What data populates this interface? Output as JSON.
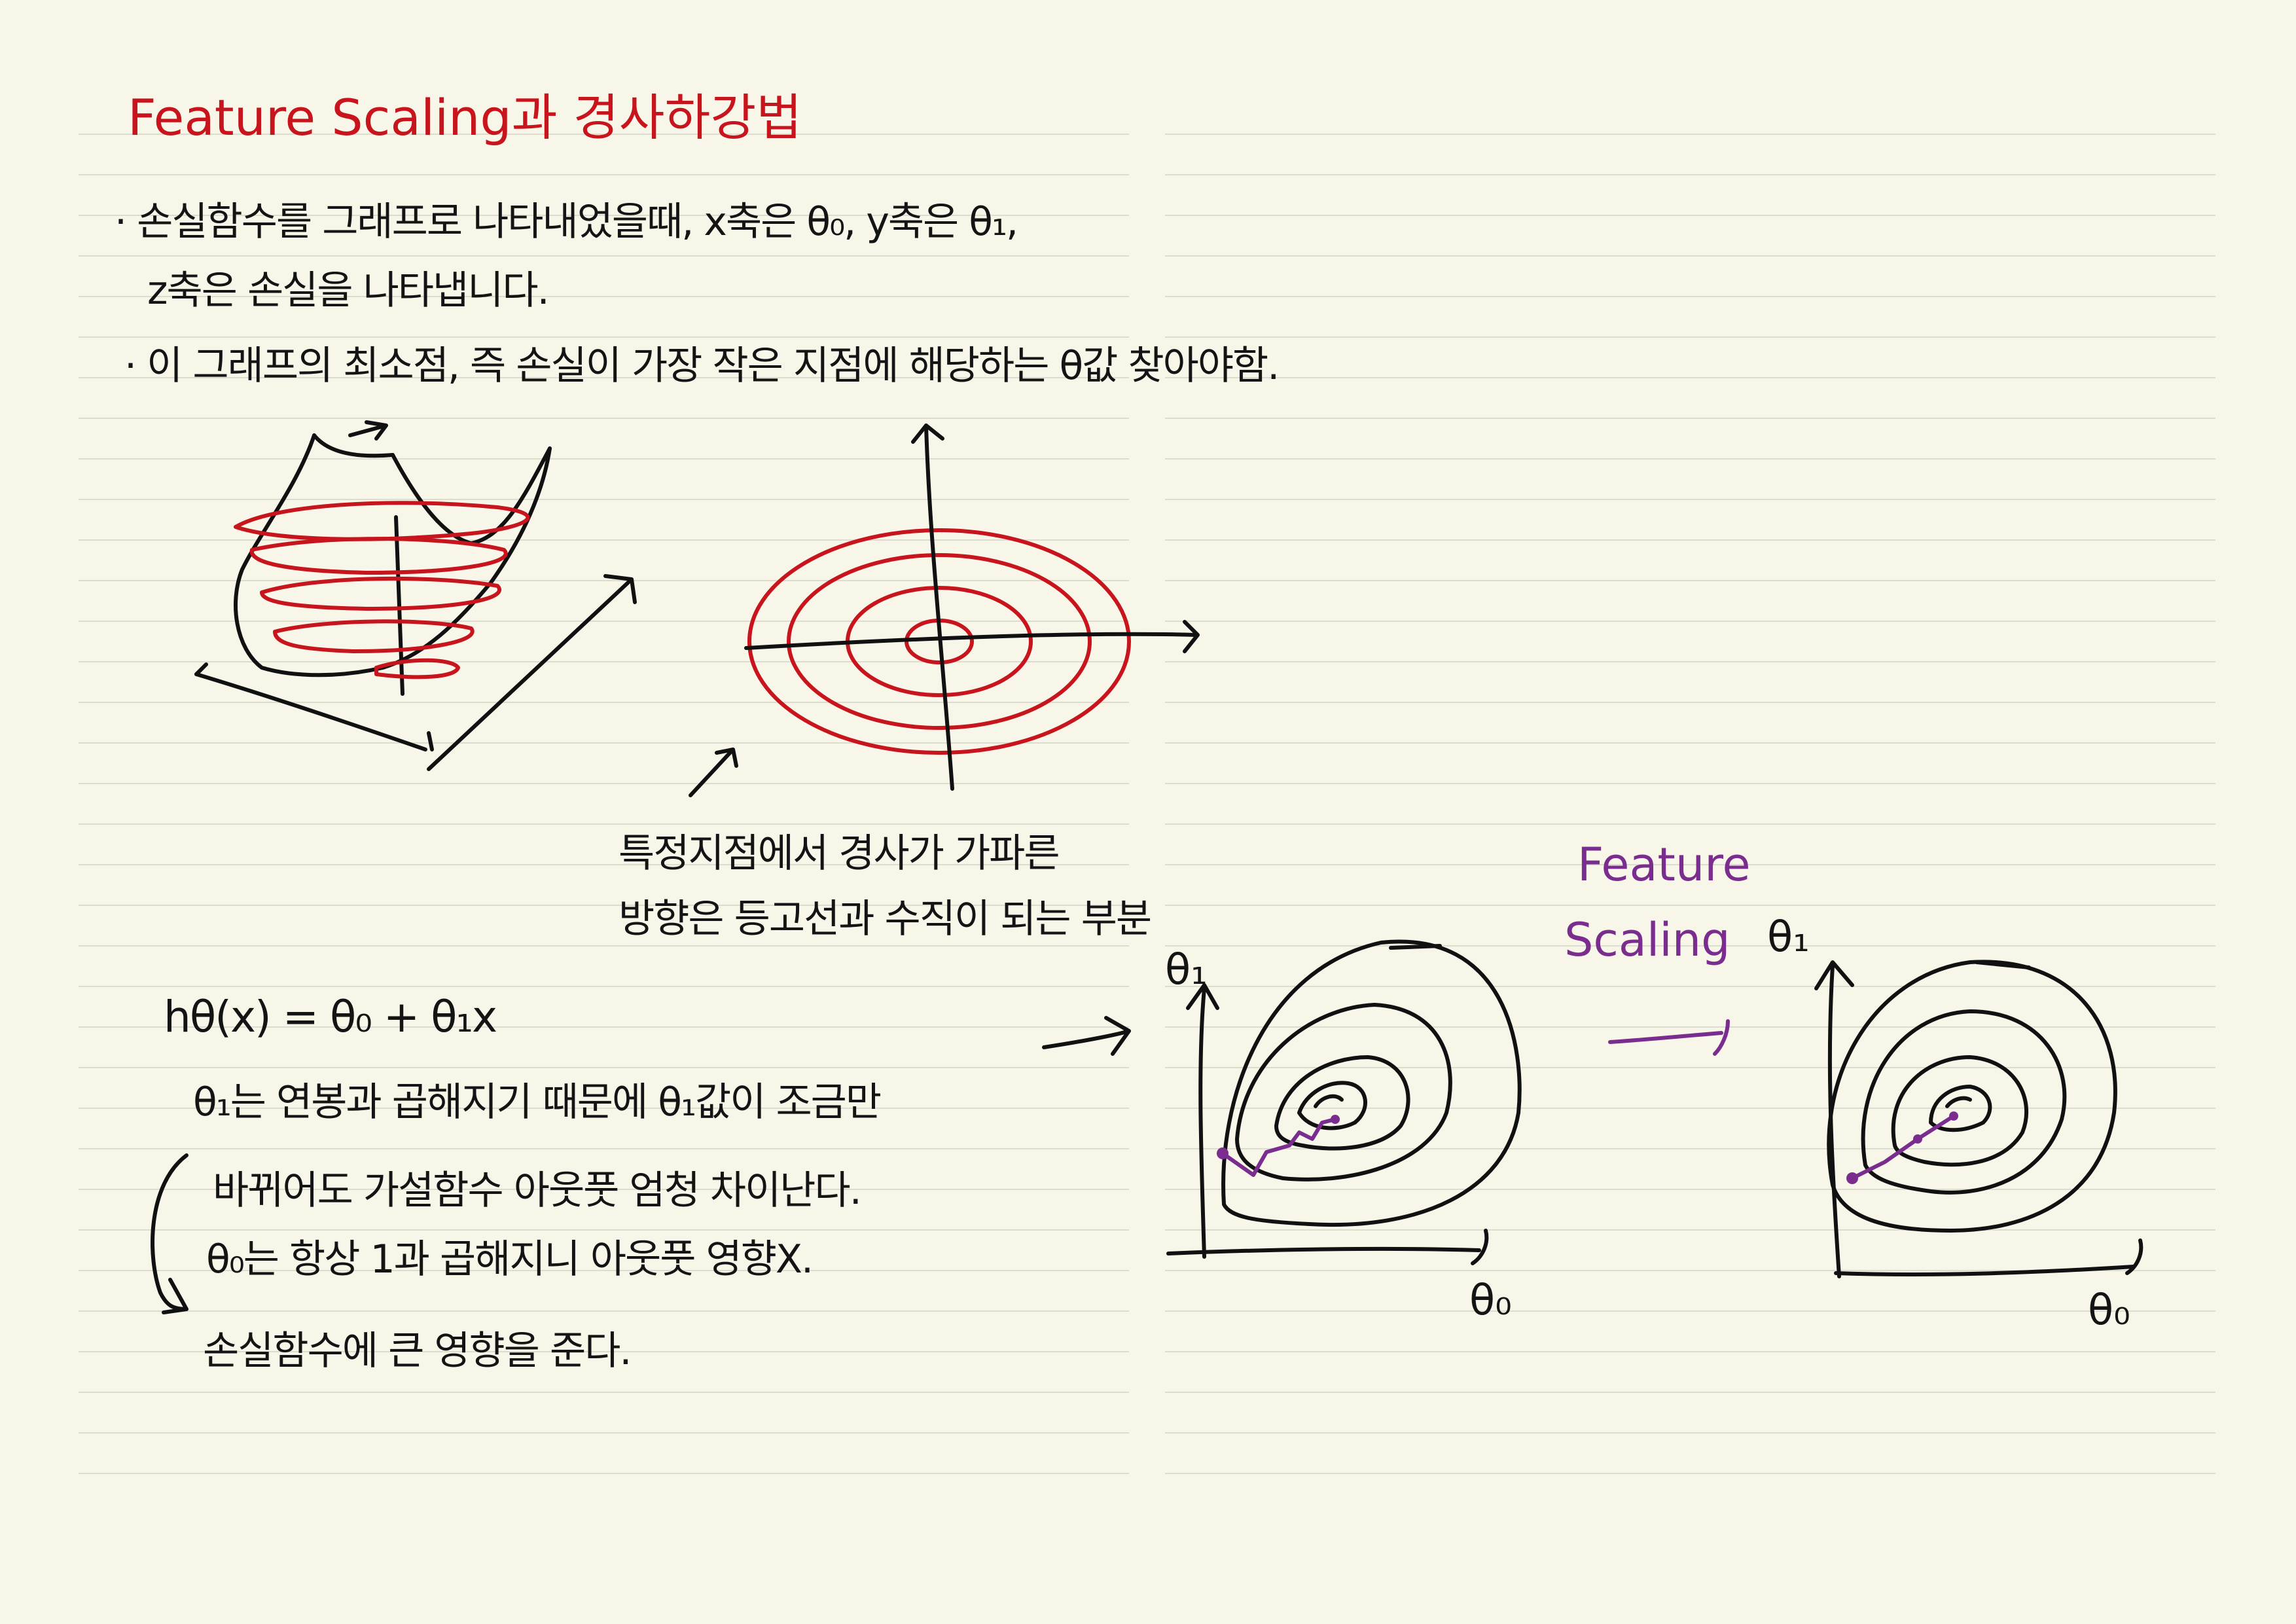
{
  "title": "Feature Scaling과 경사하강법",
  "notes": {
    "bullet1_line1": "· 손실함수를 그래프로 나타내었을때, x축은 θ₀, y축은 θ₁,",
    "bullet1_line2": "z축은 손실을 나타냅니다.",
    "bullet2": "· 이 그래프의 최소점, 즉 손실이 가장 작은 지점에 해당하는 θ값 찾아야함."
  },
  "caption": {
    "line1": "특정지점에서 경사가 가파른",
    "line2": "방향은 등고선과 수직이 되는 부분"
  },
  "formula": "hθ(x) = θ₀ + θ₁x",
  "explanation": {
    "line1": "θ₁는 연봉과 곱해지기 때문에 θ₁값이 조금만",
    "line2": "바뀌어도 가설함수 아웃풋 엄청 차이난다.",
    "line3": "θ₀는 항상 1과 곱해지니 아웃풋 영향X.",
    "line4": "손실함수에 큰 영향을 준다."
  },
  "feature_scaling_label": {
    "line1": "Feature",
    "line2": "Scaling"
  },
  "contour_before": {
    "y_axis": "θ₁",
    "x_axis": "θ₀"
  },
  "contour_after": {
    "y_axis": "θ₁",
    "x_axis": "θ₀"
  },
  "colors": {
    "paper": "#f8f6e9",
    "ink": "#111111",
    "red": "#c8141c",
    "purple": "#7a2d8e",
    "rule": "#dcdccf"
  }
}
